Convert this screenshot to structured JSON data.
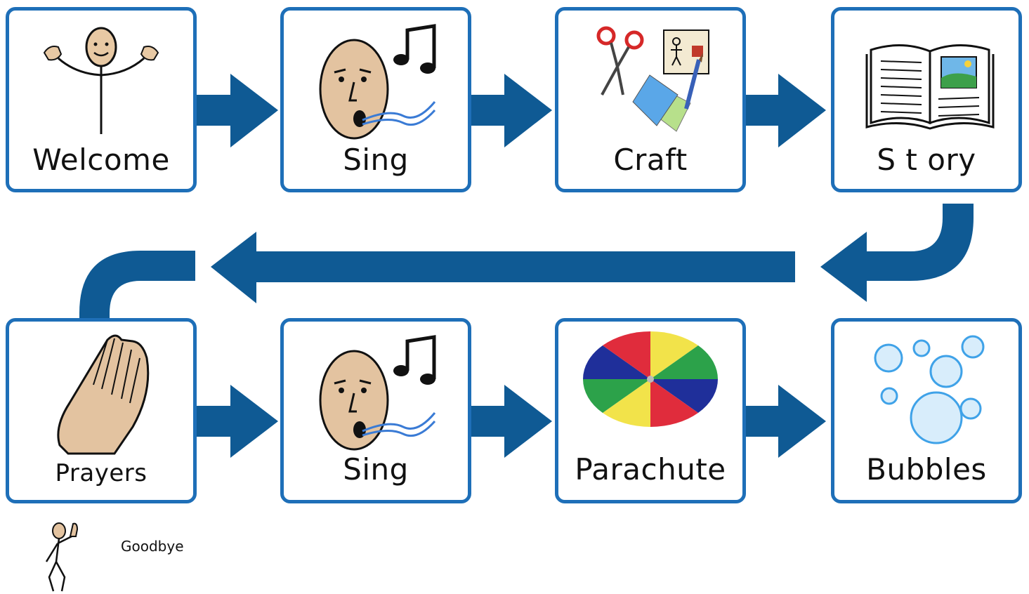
{
  "cards": [
    {
      "id": "welcome",
      "label": "Welcome",
      "icon": "waving-person-icon"
    },
    {
      "id": "sing-1",
      "label": "Sing",
      "icon": "singing-face-icon"
    },
    {
      "id": "craft",
      "label": "Craft",
      "icon": "craft-supplies-icon"
    },
    {
      "id": "story",
      "label": "S t ory",
      "icon": "open-book-icon"
    },
    {
      "id": "prayers",
      "label": "Prayers",
      "icon": "praying-hands-icon"
    },
    {
      "id": "sing-2",
      "label": "Sing",
      "icon": "singing-face-icon"
    },
    {
      "id": "parachute",
      "label": "Parachute",
      "icon": "parachute-icon"
    },
    {
      "id": "bubbles",
      "label": "Bubbles",
      "icon": "bubbles-icon"
    }
  ],
  "goodbye": {
    "label": "Goodbye",
    "icon": "waving-goodbye-person-icon"
  },
  "colors": {
    "card_border": "#1e6fb8",
    "arrow": "#0f5a94"
  }
}
